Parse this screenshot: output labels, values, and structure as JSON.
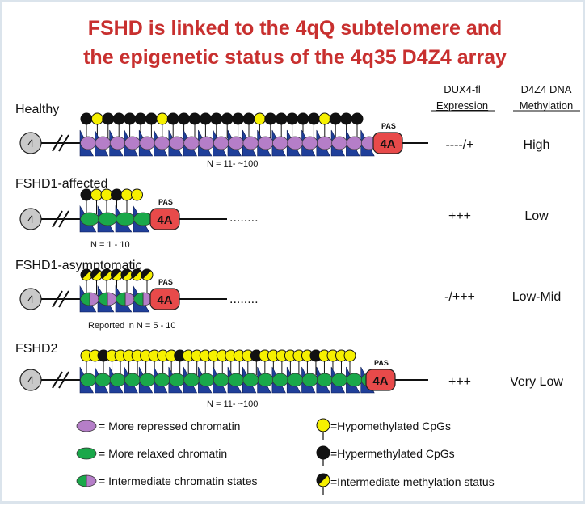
{
  "title": {
    "line1": "FSHD is linked to the 4qQ subtelomere and",
    "line2": "the epigenetic status of the 4q35 D4Z4 array"
  },
  "columns": {
    "expression_line1": "DUX4-fl",
    "expression_line2": "Expression",
    "methylation_line1": "D4Z4 DNA",
    "methylation_line2": "Methylation"
  },
  "chromosome_label": "4",
  "allele_label": "4A",
  "pas_label": "PAS",
  "rows": [
    {
      "key": "healthy",
      "label": "Healthy",
      "note": "N = 11- ~100",
      "expression": "----/+",
      "methylation": "High",
      "dots": "",
      "units": "r"
    },
    {
      "key": "fshd1_affected",
      "label": "FSHD1-affected",
      "note": "N = 1 - 10",
      "expression": "+++",
      "methylation": "Low",
      "dots": "........",
      "units": "g"
    },
    {
      "key": "fshd1_asymptomatic",
      "label": "FSHD1-asymptomatic",
      "note": "Reported in N = 5 - 10",
      "expression": "-/+++",
      "methylation": "Low-Mid",
      "dots": "........",
      "units": "m"
    },
    {
      "key": "fshd2",
      "label": "FSHD2",
      "note": "N = 11- ~100",
      "expression": "+++",
      "methylation": "Very Low",
      "dots": "",
      "units": "g"
    }
  ],
  "legend": {
    "repressed": "= More repressed chromatin",
    "relaxed": "= More relaxed chromatin",
    "intermediate_chromatin": "= Intermediate chromatin states",
    "hypomethylated": "=Hypomethylated CpGs",
    "hypermethylated": "=Hypermethylated CpGs",
    "intermediate_methylation": "=Intermediate methylation status"
  },
  "colors": {
    "title": "#c8302f",
    "repressed": "#b57ec8",
    "relaxed": "#1aa84a",
    "hypomethylated": "#f6f000",
    "hypermethylated": "#111111",
    "triangle": "#1f3f9a",
    "allele_box": "#e84a4a",
    "chromosome_circle": "#c9c9c9",
    "frame": "#dbe4ec"
  }
}
